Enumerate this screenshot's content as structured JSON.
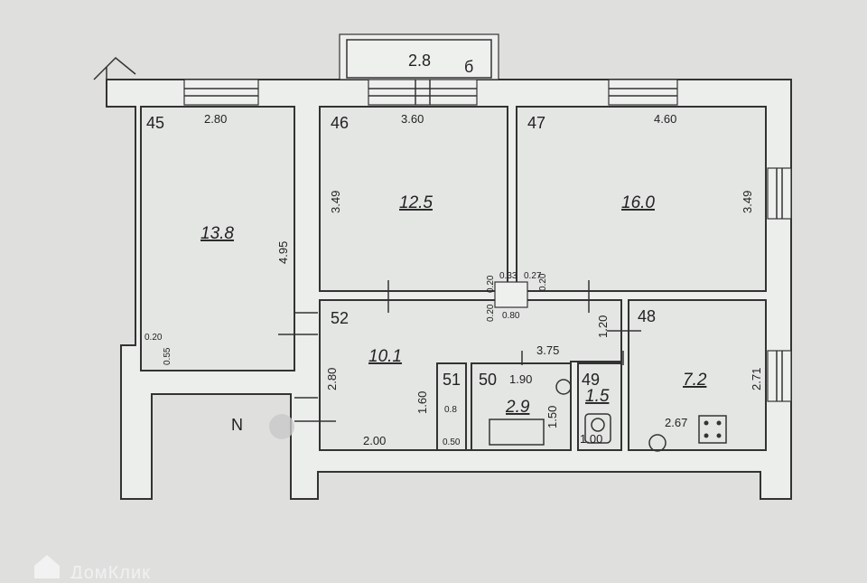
{
  "plan": {
    "balcony": {
      "dim": "2.8",
      "letter": "б"
    },
    "rooms": [
      {
        "num": "45",
        "area": "13.8"
      },
      {
        "num": "46",
        "area": "12.5"
      },
      {
        "num": "47",
        "area": "16.0"
      },
      {
        "num": "48",
        "area": "7.2"
      },
      {
        "num": "49",
        "area": "1.5"
      },
      {
        "num": "50",
        "area": "2.9"
      },
      {
        "num": "51",
        "area": ""
      },
      {
        "num": "52",
        "area": "10.1"
      }
    ],
    "dims": {
      "r45_w": "2.80",
      "r45_h": "4.95",
      "r45_a": "0.20",
      "r45_b": "0.55",
      "r46_w": "3.60",
      "r46_h": "3.49",
      "r47_w": "4.60",
      "r47_h": "3.49",
      "shaft_a": "0.20",
      "shaft_b": "0.33",
      "shaft_c": "0.27",
      "shaft_d": "0.20",
      "shaft_e": "0.20",
      "shaft_f": "0.80",
      "corr_len": "3.75",
      "corr_w": "1.20",
      "corr_h": "2.80",
      "corr_bottom": "2.00",
      "r48_h": "2.71",
      "r48_stove": "2.67",
      "r51_h": "1.60",
      "r51_w": "0.8",
      "r51_b": "0.50",
      "r50_w": "1.90",
      "r50_h": "1.50",
      "r49_w": "1.00"
    },
    "north": "N"
  },
  "watermark": "ДомКлик"
}
